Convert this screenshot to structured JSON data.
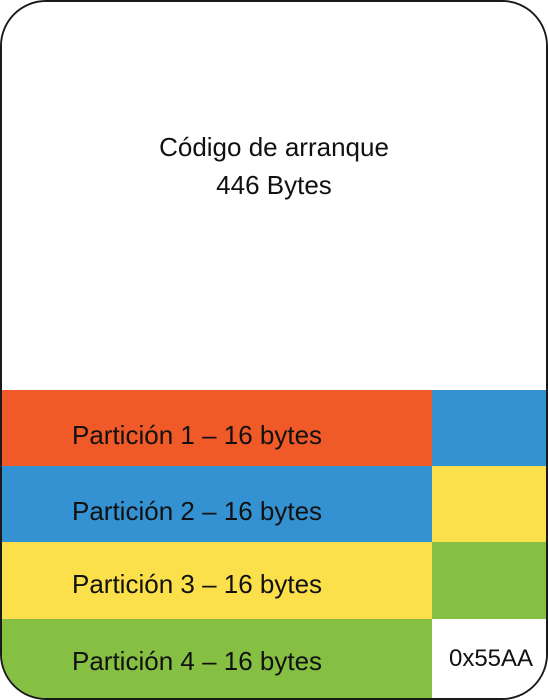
{
  "boot_code": {
    "label": "Código de arranque",
    "size": "446 Bytes"
  },
  "partitions": [
    {
      "label": "Partición 1 – 16 bytes",
      "color": "#f05a28"
    },
    {
      "label": "Partición 2 – 16 bytes",
      "color": "#3592d2"
    },
    {
      "label": "Partición 3 – 16 bytes",
      "color": "#fbe04c"
    },
    {
      "label": "Partición 4 – 16 bytes",
      "color": "#85c042"
    }
  ],
  "side_blocks": [
    {
      "color": "#3592d2"
    },
    {
      "color": "#fbe04c"
    },
    {
      "color": "#85c042"
    },
    {
      "color": "#ffffff"
    }
  ],
  "signature": "0x55AA"
}
